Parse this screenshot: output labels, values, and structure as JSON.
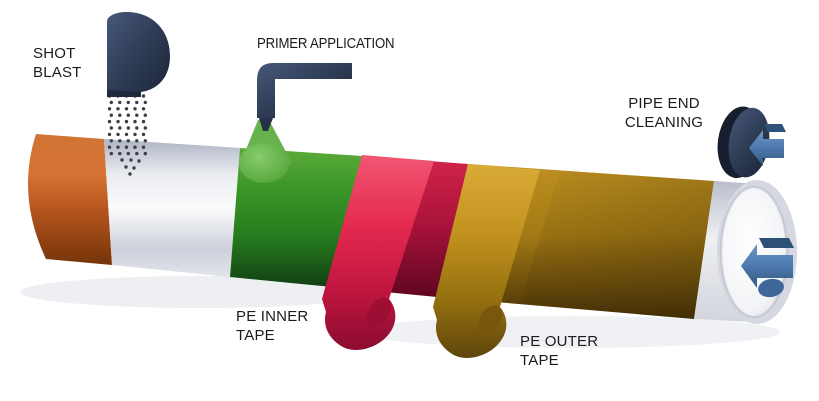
{
  "diagram": {
    "name": "pipe-coating-process",
    "labels": {
      "shot_blast": {
        "line1": "SHOT",
        "line2": "BLAST"
      },
      "primer_application": {
        "line1": "PRIMER APPLICATION"
      },
      "pipe_end_cleaning": {
        "line1": "PIPE END",
        "line2": "CLEANING"
      },
      "pe_inner_tape": {
        "line1": "PE INNER",
        "line2": "TAPE"
      },
      "pe_outer_tape": {
        "line1": "PE OUTER",
        "line2": "TAPE"
      }
    },
    "colors": {
      "background": "#ffffff",
      "label_text": "#1b1b1b",
      "bare_pipe_orange": "#c55f22",
      "blasted_steel_white": "#eef0f4",
      "primer_green": "#2f8e1f",
      "inner_tape_red": "#da2145",
      "outer_tape_olive": "#b2871b",
      "equipment_navy": "#2e3c55",
      "arrow_blue": "#4d79ad",
      "pipe_interior_white": "#ffffff"
    }
  }
}
